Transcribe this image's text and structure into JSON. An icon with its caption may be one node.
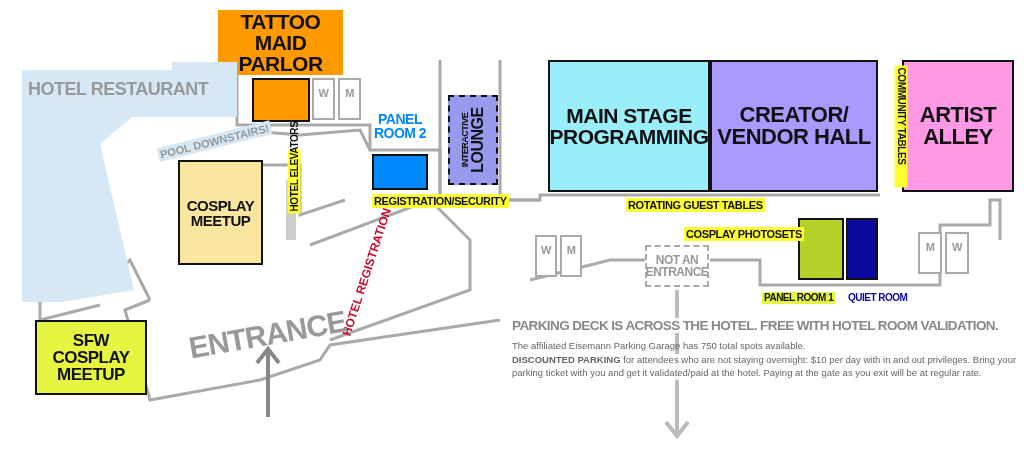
{
  "diagram": {
    "nodes": [
      {
        "text": [
          "TATTOO MAID PARLOR"
        ]
      },
      {
        "text": [
          "HOTEL RESTAURANT"
        ]
      },
      {
        "text": [
          "W"
        ]
      },
      {
        "text": [
          "M"
        ]
      },
      {
        "text": [
          "PANEL ROOM 2"
        ]
      },
      {
        "text": [
          "INTERACTIVE",
          "LOUNGE"
        ]
      },
      {
        "text": [
          "MAIN STAGE PROGRAMMING"
        ]
      },
      {
        "text": [
          "CREATOR/ VENDOR HALL"
        ]
      },
      {
        "text": [
          "ARTIST ALLEY"
        ]
      },
      {
        "text": [
          "COSPLAY MEETUP"
        ]
      },
      {
        "text": [
          "W"
        ]
      },
      {
        "text": [
          "M"
        ]
      },
      {
        "text": [
          "NOT AN ENTRANCE"
        ]
      },
      {
        "text": [
          "PANEL ROOM 1"
        ]
      },
      {
        "text": [
          "QUIET ROOM"
        ]
      },
      {
        "text": [
          "M"
        ]
      },
      {
        "text": [
          "W"
        ]
      },
      {
        "text": [
          "SFW COSPLAY MEETUP"
        ]
      }
    ],
    "labels": [
      "POOL DOWNSTAIRS!",
      "HOTEL ELEVATORS",
      "REGISTRATION/SECURITY",
      "COMMUNITY TABLES",
      "ROTATING GUEST TABLES",
      "COSPLAY PHOTOSETS",
      "HOTEL REGISTRATION",
      "ENTRANCE",
      "PARKING DECK IS ACROSS THE HOTEL. FREE WITH HOTEL ROOM VALIDATION.",
      "The affiliated Eisemann Parking Garage has 750 total spots available.",
      "**DISCOUNTED PARKING** for attendees who are not staying overnight: $10 per day with in and out privileges. Bring your parking ticket with you and get it validated/paid at the hotel. Paying at the gate as you exit will be at regular rate."
    ]
  }
}
